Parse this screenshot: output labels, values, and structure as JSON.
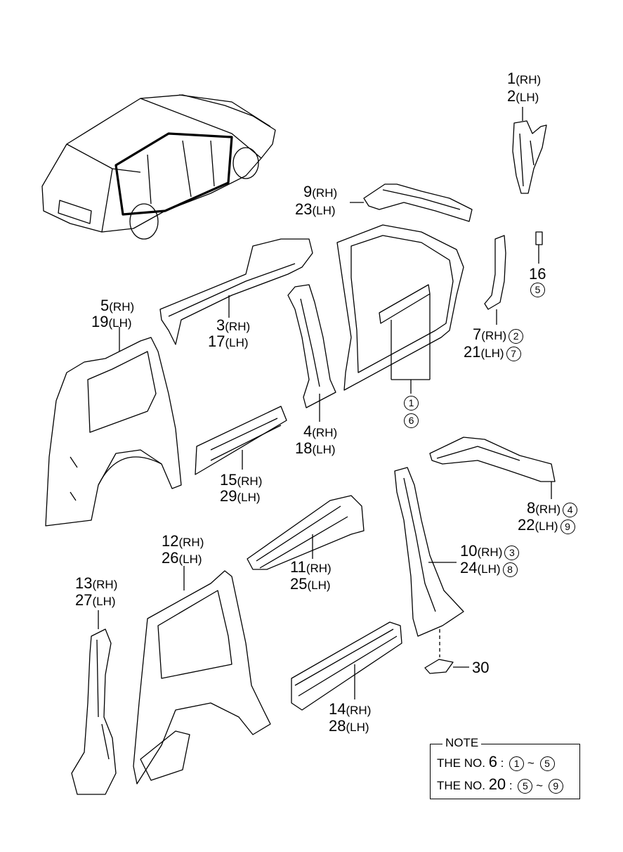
{
  "callouts": {
    "c1": {
      "num": "1",
      "side": "(RH)"
    },
    "c2": {
      "num": "2",
      "side": "(LH)"
    },
    "c9": {
      "num": "9",
      "side": "(RH)"
    },
    "c23": {
      "num": "23",
      "side": "(LH)"
    },
    "c16": {
      "num": "16"
    },
    "c16b": {
      "circled": "5"
    },
    "c5": {
      "num": "5",
      "side": "(RH)"
    },
    "c19": {
      "num": "19",
      "side": "(LH)"
    },
    "c3": {
      "num": "3",
      "side": "(RH)"
    },
    "c17": {
      "num": "17",
      "side": "(LH)"
    },
    "c7": {
      "num": "7",
      "side": "(RH)",
      "circled": "2"
    },
    "c21": {
      "num": "21",
      "side": "(LH)",
      "circled": "7"
    },
    "c4": {
      "num": "4",
      "side": "(RH)"
    },
    "c18": {
      "num": "18",
      "side": "(LH)"
    },
    "cc1": {
      "circled": "1"
    },
    "cc6": {
      "circled": "6"
    },
    "c15": {
      "num": "15",
      "side": "(RH)"
    },
    "c29": {
      "num": "29",
      "side": "(LH)"
    },
    "c8": {
      "num": "8",
      "side": "(RH)",
      "circled": "4"
    },
    "c22": {
      "num": "22",
      "side": "(LH)",
      "circled": "9"
    },
    "c12": {
      "num": "12",
      "side": "(RH)"
    },
    "c26": {
      "num": "26",
      "side": "(LH)"
    },
    "c11": {
      "num": "11",
      "side": "(RH)"
    },
    "c25": {
      "num": "25",
      "side": "(LH)"
    },
    "c10": {
      "num": "10",
      "side": "(RH)",
      "circled": "3"
    },
    "c24": {
      "num": "24",
      "side": "(LH)",
      "circled": "8"
    },
    "c13": {
      "num": "13",
      "side": "(RH)"
    },
    "c27": {
      "num": "27",
      "side": "(LH)"
    },
    "c30": {
      "num": "30"
    },
    "c14": {
      "num": "14",
      "side": "(RH)"
    },
    "c28": {
      "num": "28",
      "side": "(LH)"
    }
  },
  "note": {
    "title": "NOTE",
    "row1": {
      "prefix": "THE NO.",
      "num": "6",
      "colon": ":",
      "from": "1",
      "tilde": "~",
      "to": "5"
    },
    "row2": {
      "prefix": "THE NO.",
      "num": "20",
      "colon": ":",
      "from": "5",
      "tilde": "~",
      "to": "9"
    }
  }
}
